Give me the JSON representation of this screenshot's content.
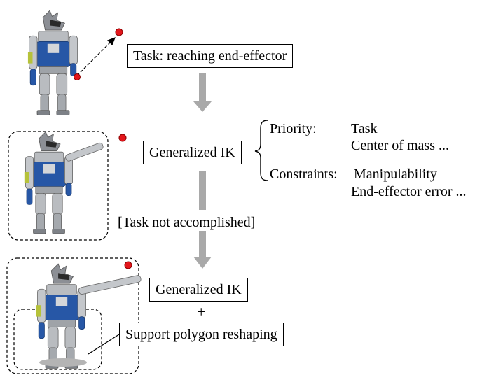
{
  "steps": {
    "task_box": "Task: reaching end-effector",
    "gik_box_1": "Generalized IK",
    "gik_box_2": "Generalized IK",
    "plus": "+",
    "support_box": "Support polygon reshaping",
    "condition": "[Task not accomplished]"
  },
  "priority": {
    "label": "Priority:",
    "items": [
      "Task",
      "Center of mass ..."
    ]
  },
  "constraints": {
    "label": "Constraints:",
    "items": [
      "Manipulability",
      "End-effector error  ..."
    ]
  },
  "colors": {
    "arrow_gray": "#a9a9a9",
    "target_red": "#e3161b",
    "robot_blue": "#2757a6",
    "robot_gray": "#b9bcc0"
  }
}
